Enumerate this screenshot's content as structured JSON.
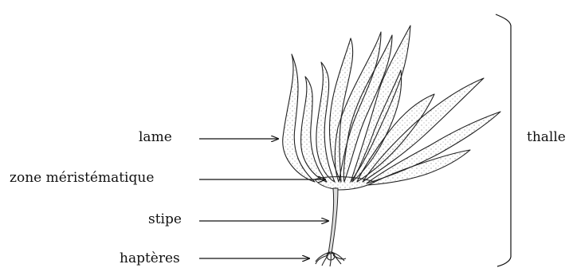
{
  "labels": {
    "lame": "lame",
    "zone": "zone méristématique",
    "stipe": "stipe",
    "hapteres": "haptères",
    "thalle": "thalle"
  }
}
